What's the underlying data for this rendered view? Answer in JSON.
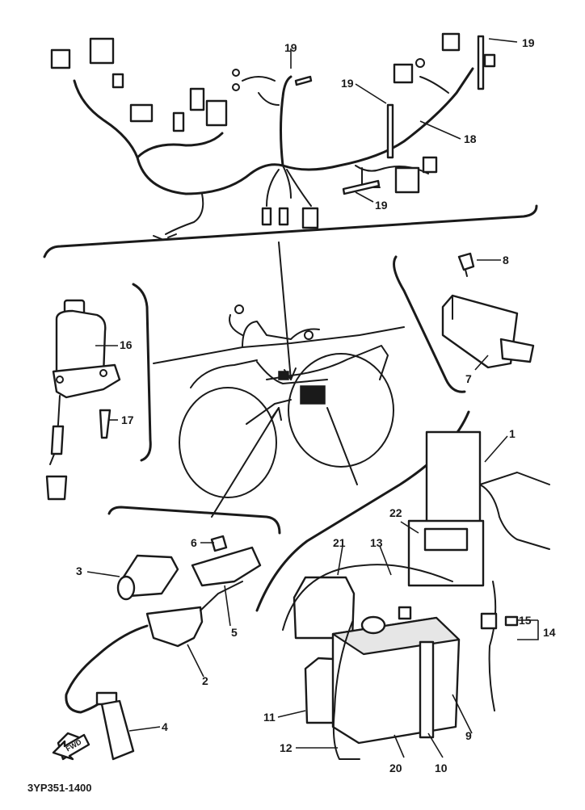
{
  "diagram": {
    "callouts": {
      "c1": "1",
      "c2": "2",
      "c3": "3",
      "c4": "4",
      "c5": "5",
      "c6": "6",
      "c7": "7",
      "c8": "8",
      "c9": "9",
      "c10": "10",
      "c11": "11",
      "c12": "12",
      "c13": "13",
      "c14": "14",
      "c15": "15",
      "c16": "16",
      "c17": "17",
      "c18": "18",
      "c19a": "19",
      "c19b": "19",
      "c19c": "19",
      "c19d": "19",
      "c20": "20",
      "c21": "21",
      "c22": "22"
    },
    "forward_label": "FWD",
    "figure_code": "3YP351-1400"
  }
}
